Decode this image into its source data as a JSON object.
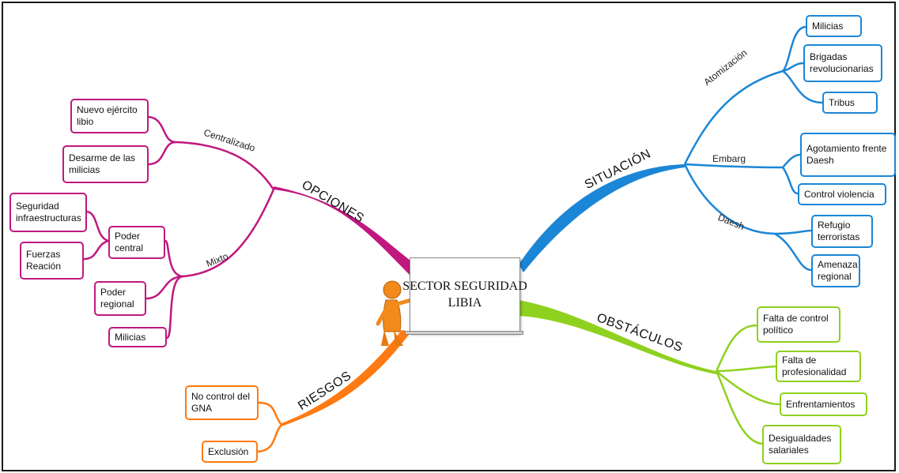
{
  "center": {
    "line1": "SECTOR SEGURIDAD",
    "line2": "LIBIA"
  },
  "colors": {
    "opciones": "#c0187f",
    "situacion": "#1c86d6",
    "obstaculos": "#8fd11f",
    "riesgos": "#ff7a12"
  },
  "branches": {
    "opciones": {
      "label": "OPCIONES",
      "sub": {
        "centralizado": {
          "label": "Centralizado",
          "items": [
            "Nuevo ejército\nlibio",
            "Desarme de las\nmilicias"
          ]
        },
        "mixto": {
          "label": "Mixto",
          "poder_central": {
            "label": "Poder\ncentral",
            "items": [
              "Seguridad\ninfraestructuras",
              "Fuerzas\nReación"
            ]
          },
          "items": [
            "Poder\nregional",
            "Milicias"
          ]
        }
      }
    },
    "situacion": {
      "label": "SITUACIÓN",
      "sub": {
        "atomizacion": {
          "label": "Atomización",
          "items": [
            "Milicias",
            "Brigadas\nrevolucionarias",
            "Tribus"
          ]
        },
        "embarg": {
          "label": "Embarg",
          "items": [
            "Agotamiento frente\nDaesh",
            "Control violencia"
          ]
        },
        "daesh": {
          "label": "Daesh",
          "items": [
            "Refugio\nterroristas",
            "Amenaza\nregional"
          ]
        }
      }
    },
    "obstaculos": {
      "label": "OBSTÁCULOS",
      "items": [
        "Falta de control\npolítico",
        "Falta de\nprofesionalidad",
        "Enfrentamientos",
        "Desigualdades\nsalariales"
      ]
    },
    "riesgos": {
      "label": "RIESGOS",
      "items": [
        "No control del\nGNA",
        "Exclusión"
      ]
    }
  }
}
